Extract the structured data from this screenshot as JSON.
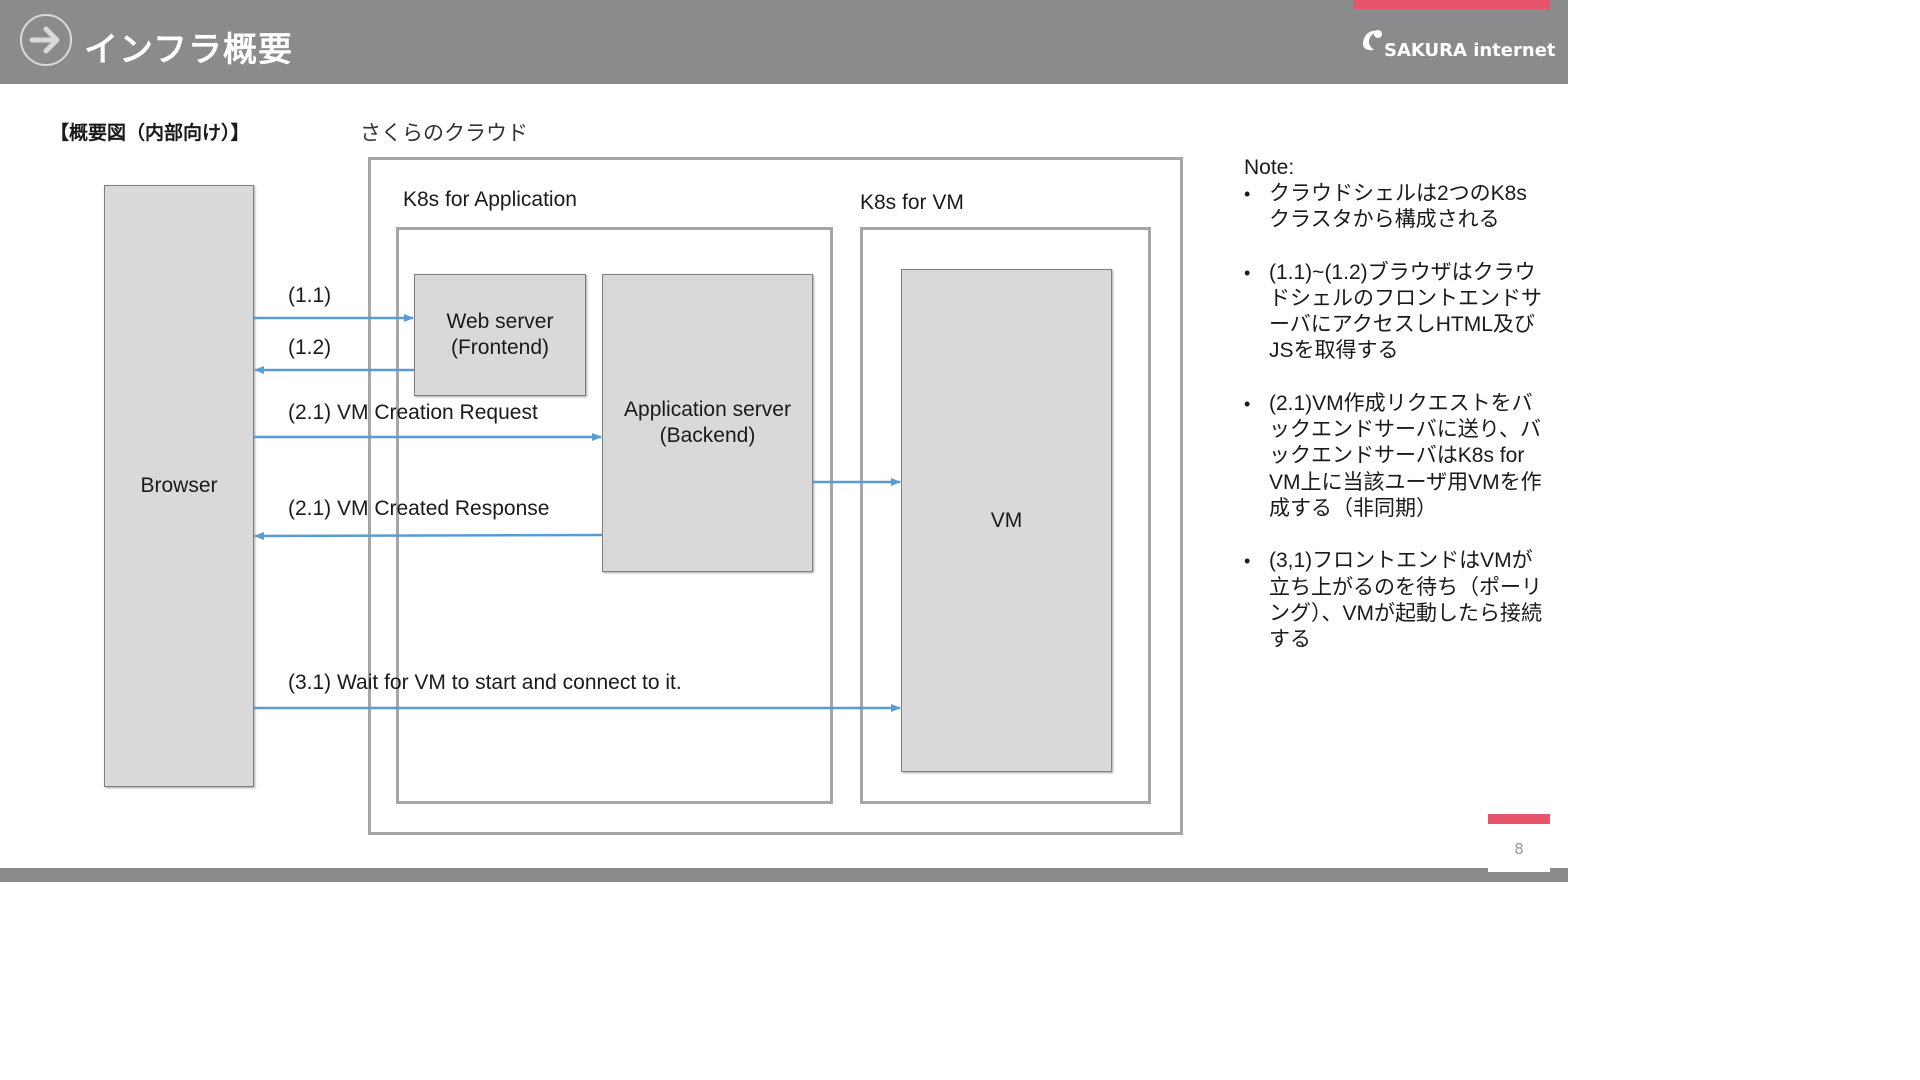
{
  "colors": {
    "header_bg": "#898b8d",
    "accent": "#e8546a",
    "arrow": "#5b9bd5",
    "node_fill": "#d9d9d9",
    "container_border": "#a6a6a6"
  },
  "header": {
    "title": "インフラ概要",
    "logo_text": "SAKURA internet",
    "title_icon": "arrow-right-circle-icon",
    "logo_icon": "sakura-logo-icon"
  },
  "section": {
    "title": "【概要図（内部向け）】",
    "cloud_label": "さくらのクラウド"
  },
  "diagram": {
    "containers": {
      "k8s_app": "K8s for Application",
      "k8s_vm": "K8s for VM"
    },
    "nodes": {
      "browser": "Browser",
      "webserver": [
        "Web server",
        "(Frontend)"
      ],
      "appserver": [
        "Application server",
        "(Backend)"
      ],
      "vm": "VM"
    },
    "flows": [
      {
        "label": "(1.1)",
        "from": "Browser",
        "to": "Web server"
      },
      {
        "label": "(1.2)",
        "from": "Web server",
        "to": "Browser"
      },
      {
        "label": "(2.1) VM Creation Request",
        "from": "Browser",
        "to": "Application server"
      },
      {
        "label": "(2.1) VM Created Response",
        "from": "Application server",
        "to": "Browser"
      },
      {
        "label": "",
        "from": "Application server",
        "to": "VM"
      },
      {
        "label": "(3.1) Wait for VM to start and connect to it.",
        "from": "Browser",
        "to": "VM"
      }
    ]
  },
  "notes": {
    "title": "Note:",
    "items": [
      "クラウドシェルは2つのK8sクラスタから構成される",
      "(1.1)~(1.2)ブラウザはクラウドシェルのフロントエンドサーバにアクセスしHTML及びJSを取得する",
      "(2.1)VM作成リクエストをバックエンドサーバに送り、バックエンドサーバはK8s for VM上に当該ユーザ用VMを作成する（非同期）",
      "(3,1)フロントエンドはVMが立ち上がるのを待ち（ポーリング）、VMが起動したら接続する"
    ]
  },
  "footer": {
    "page_number": "8"
  }
}
